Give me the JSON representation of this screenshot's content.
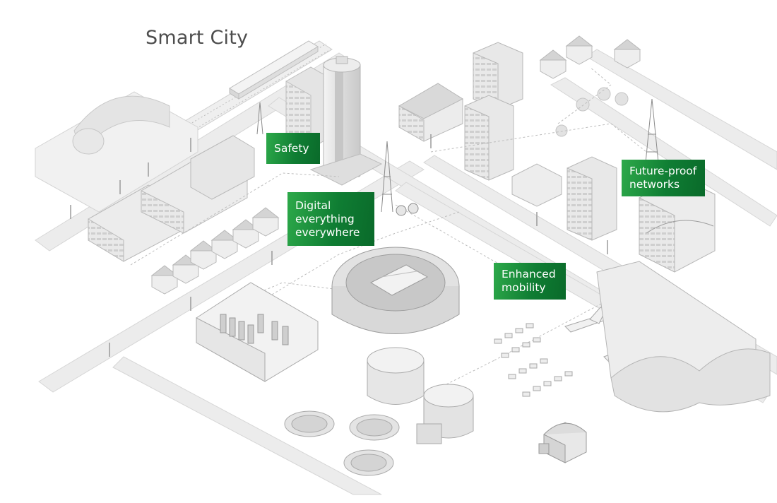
{
  "title": "Smart City",
  "colors": {
    "callout_green": "#0f7d33",
    "callout_green_light": "#2da94a",
    "illustration_gray": "#e6e6e6",
    "outline_gray": "#b8b8b8",
    "title_gray": "#4d4d4d"
  },
  "callouts": {
    "safety": [
      "Safety"
    ],
    "digital": [
      "Digital",
      "everything",
      "everywhere"
    ],
    "future": [
      "Future-proof",
      "networks"
    ],
    "mobility": [
      "Enhanced",
      "mobility"
    ]
  }
}
